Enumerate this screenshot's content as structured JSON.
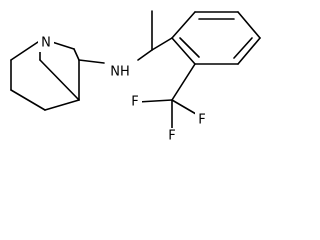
{
  "molecule": {
    "atom_labels": {
      "nitrogen_ring": "N",
      "amine": "NH",
      "fluorine_1": "F",
      "fluorine_2": "F",
      "fluorine_3": "F"
    },
    "colors": {
      "bond": "#000000",
      "text": "#000000",
      "background": "#ffffff"
    }
  }
}
